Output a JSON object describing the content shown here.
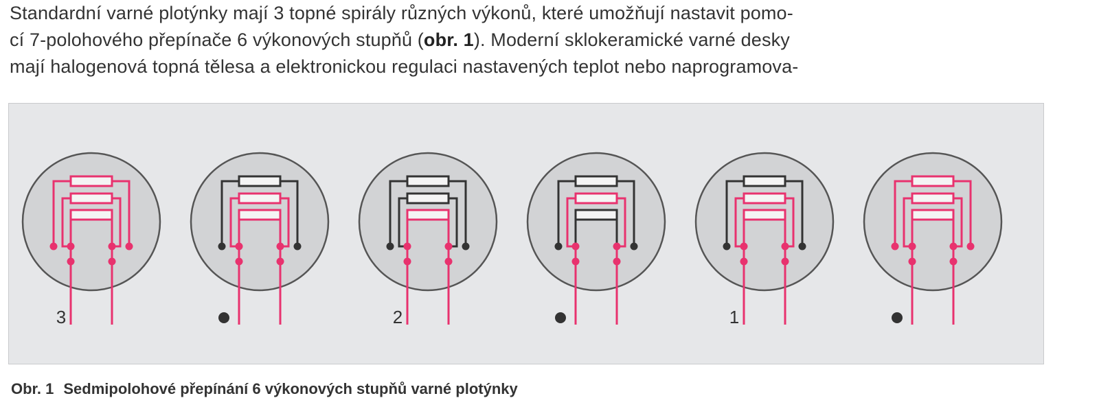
{
  "paragraph": {
    "line1": "Standardní varné plotýnky mají 3 topné spirály různých výkonů, které umožňují nastavit pomo-",
    "line2_before": "cí 7-polohového přepínače 6 výkonových stupňů (",
    "line2_bold": "obr. 1",
    "line2_after": "). Moderní sklokeramické varné desky",
    "line3": "mají halogenová topná tělesa a elektronickou regulaci nastavených teplot nebo naprogramova-"
  },
  "figure": {
    "caption_number": "Obr. 1",
    "caption_text": "Sedmipolohové přepínání 6 výkonových stupňů varné plotýnky",
    "colors": {
      "active": "#e8326e",
      "inactive": "#333333",
      "plate": "#d2d3d5",
      "panel": "#e6e7e9"
    },
    "diagrams": [
      {
        "label": "3",
        "active_spirals": [
          true,
          true,
          true
        ]
      },
      {
        "label": "",
        "marker": "dot",
        "active_spirals": [
          false,
          true,
          true
        ]
      },
      {
        "label": "2",
        "active_spirals": [
          false,
          false,
          true
        ]
      },
      {
        "label": "",
        "marker": "dot",
        "active_spirals": [
          false,
          true,
          false
        ]
      },
      {
        "label": "1",
        "active_spirals": [
          false,
          true,
          true
        ]
      },
      {
        "label": "",
        "marker": "dot",
        "active_spirals": [
          true,
          true,
          true
        ]
      }
    ]
  }
}
